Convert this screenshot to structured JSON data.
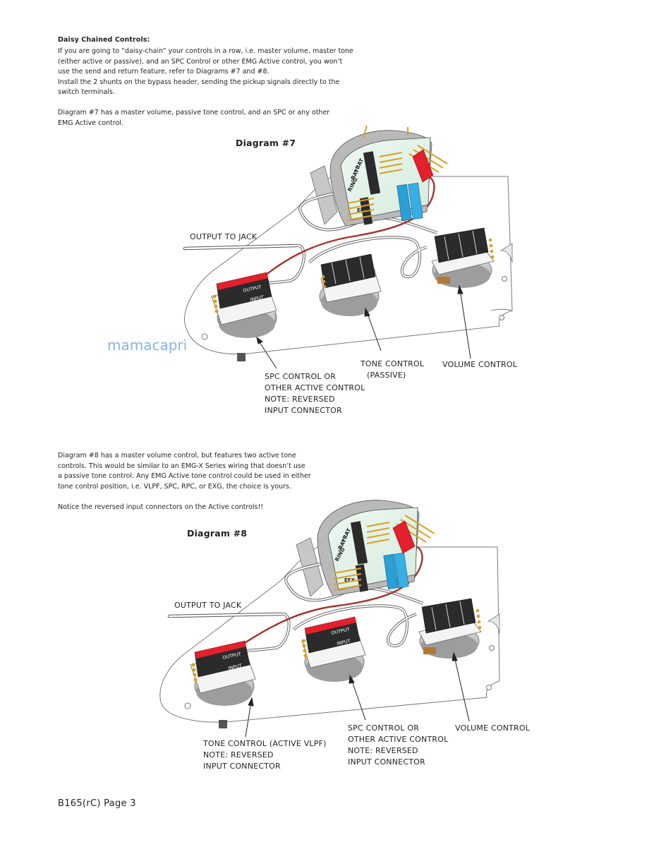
{
  "section": {
    "heading": "Daisy Chained Controls:",
    "intro_lines": [
      "If you are going to “daisy-chain” your controls in a row, i.e. master volume, master tone",
      "(either active or passive), and an SPC Control or other EMG Active control, you won’t",
      "use the send and return feature, refer to Diagrams #7 and #8.",
      "Install the 2 shunts on the bypass header, sending the pickup signals directly to the",
      "switch terminals."
    ],
    "diagram7_intro_lines": [
      "Diagram #7  has a master volume, passive tone control, and an SPC or any other",
      "EMG Active control."
    ]
  },
  "diagram7": {
    "title": "Diagram #7",
    "output_label": "OUTPUT TO JACK",
    "spc_label_lines": [
      "SPC CONTROL OR",
      "OTHER ACTIVE CONTROL",
      "NOTE: REVERSED",
      "INPUT CONNECTOR"
    ],
    "tone_label_lines": [
      "TONE CONTROL",
      "(PASSIVE)"
    ],
    "volume_label": "VOLUME CONTROL",
    "watermark": "mamacapri"
  },
  "diagram8_text": {
    "intro_lines": [
      "Diagram #8  has a master volume control, but features two active tone",
      "controls. This would be similar to an EMG-X Series wiring that doesn’t use",
      "a passive tone control. Any EMG Active tone control could be used in either",
      "tone control position, i.e. VLPF, SPC, RPC, or EXG, the choice is yours."
    ],
    "notice": "Notice the reversed input connectors on the Active controls!!"
  },
  "diagram8": {
    "title": "Diagram #8",
    "output_label": "OUTPUT TO JACK",
    "tone_label_lines": [
      "TONE CONTROL (ACTIVE VLPF)",
      "NOTE: REVERSED",
      "INPUT CONNECTOR"
    ],
    "spc_label_lines": [
      "SPC CONTROL OR",
      "OTHER ACTIVE CONTROL",
      "NOTE: REVERSED",
      "INPUT CONNECTOR"
    ],
    "volume_label": "VOLUME CONTROL"
  },
  "board_text": {
    "bat_pos": "+BAT",
    "bat_neg": "-BAT",
    "ring": "RING",
    "efx": "EFX",
    "output": "OUTPUT",
    "input": "INPUT"
  },
  "footer": "B165(rC) Page 3",
  "colors": {
    "text": "#231f20",
    "board": "#e4f2e9",
    "red_wire": "#a8322a",
    "shunt_red": "#e3202b",
    "shunt_blue": "#2a9fd8",
    "gold": "#d9a021",
    "watermark": "#6fa8e0"
  }
}
